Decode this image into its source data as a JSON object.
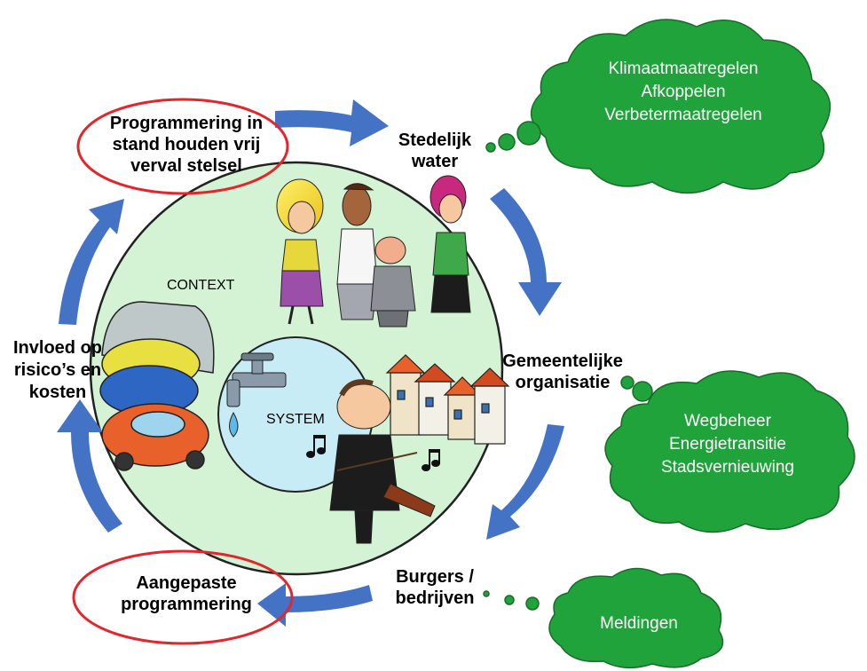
{
  "labels": {
    "programmering": "Programmering in stand houden vrij verval stelsel",
    "stedelijk_water": "Stedelijk water",
    "gemeentelijke_organisatie": "Gemeentelijke organisatie",
    "burgers_bedrijven": "Burgers / bedrijven",
    "aangepaste_programmering": "Aangepaste programmering",
    "invloed": "Invloed op risico’s en kosten",
    "context": "CONTEXT",
    "system": "SYSTEM"
  },
  "clouds": {
    "top": [
      "Klimaatmaatregelen",
      "Afkoppelen",
      "Verbetermaatregelen"
    ],
    "middle": [
      "Wegbeheer",
      "Energietransitie",
      "Stadsvernieuwing"
    ],
    "bottom": [
      "Meldingen"
    ]
  },
  "colors": {
    "arrow": "#4472C4",
    "cloud": "#1FA33A",
    "context_circle": "#D4F2D4",
    "system_circle": "#C8ECF5",
    "highlight_ellipse": "#E3262C"
  }
}
